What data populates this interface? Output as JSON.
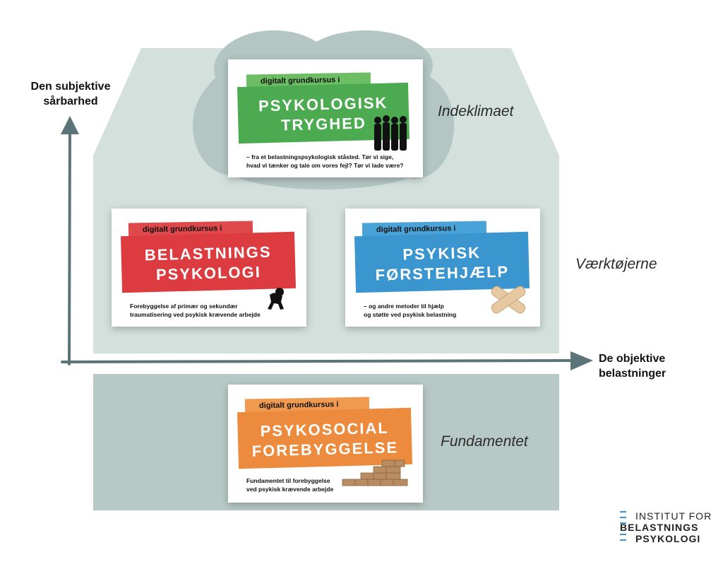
{
  "axes": {
    "y_label_line1": "Den subjektive",
    "y_label_line2": "sårbarhed",
    "x_label_line1": "De objektive",
    "x_label_line2": "belastninger"
  },
  "zones": {
    "roof": "Indeklimaet",
    "walls": "Værktøjerne",
    "foundation": "Fundamentet"
  },
  "cards": {
    "tryghed": {
      "tag": "digitalt grundkursus i",
      "title_line1": "PSYKOLOGISK",
      "title_line2": "TRYGHED",
      "desc_line1": "– fra et belastningspsykologisk ståsted. Tør vi sige,",
      "desc_line2": "hvad vi tænker og tale om vores fejl? Tør vi lade være?",
      "color": "#4caa50",
      "tag_color": "#6cbd63"
    },
    "belastning": {
      "tag": "digitalt grundkursus i",
      "title_line1": "BELASTNINGS",
      "title_line2": "PSYKOLOGI",
      "desc_line1": "Forebyggelse af primær og sekundær",
      "desc_line2": "traumatisering ved psykisk krævende arbejde",
      "color": "#dc3b3f",
      "tag_color": "#e0494c"
    },
    "forstehjaelp": {
      "tag": "digitalt grundkursus i",
      "title_line1": "PSYKISK",
      "title_line2": "FØRSTEHJÆLP",
      "desc_line1": "– og andre metoder til hjælp",
      "desc_line2": "og støtte ved psykisk belastning",
      "color": "#3b96cf",
      "tag_color": "#4aa3d8"
    },
    "psykosocial": {
      "tag": "digitalt grundkursus i",
      "title_line1": "PSYKOSOCIAL",
      "title_line2": "FOREBYGGELSE",
      "desc_line1": "Fundamentet til forebyggelse",
      "desc_line2": "ved psykisk krævende arbejde",
      "color": "#ec8a3e",
      "tag_color": "#ef9a4f"
    }
  },
  "logo": {
    "line1": "INSTITUT FOR",
    "line2": "BELASTNINGS",
    "line3": "PSYKOLOGI"
  }
}
